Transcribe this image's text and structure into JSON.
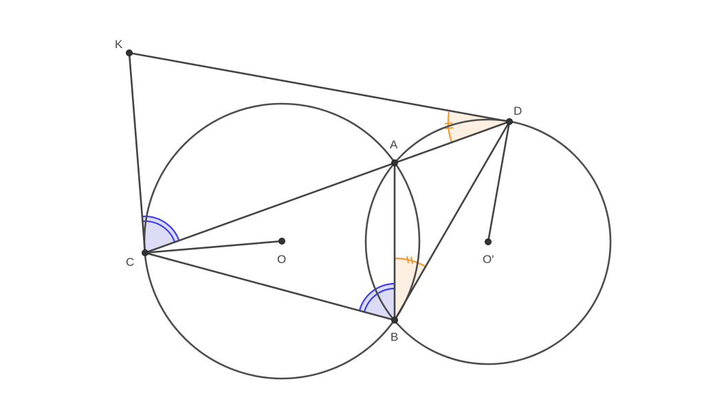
{
  "points": {
    "K": "K",
    "D": "D",
    "A": "A",
    "C": "C",
    "O": "O",
    "O_prime": "O'",
    "B": "B"
  },
  "colors": {
    "line": "#444444",
    "blue_angle_stroke": "#3d3df0",
    "blue_angle_fill": "#dcdcf7",
    "orange_angle_stroke": "#f39a2c",
    "orange_angle_fill": "#fdf0e2"
  }
}
